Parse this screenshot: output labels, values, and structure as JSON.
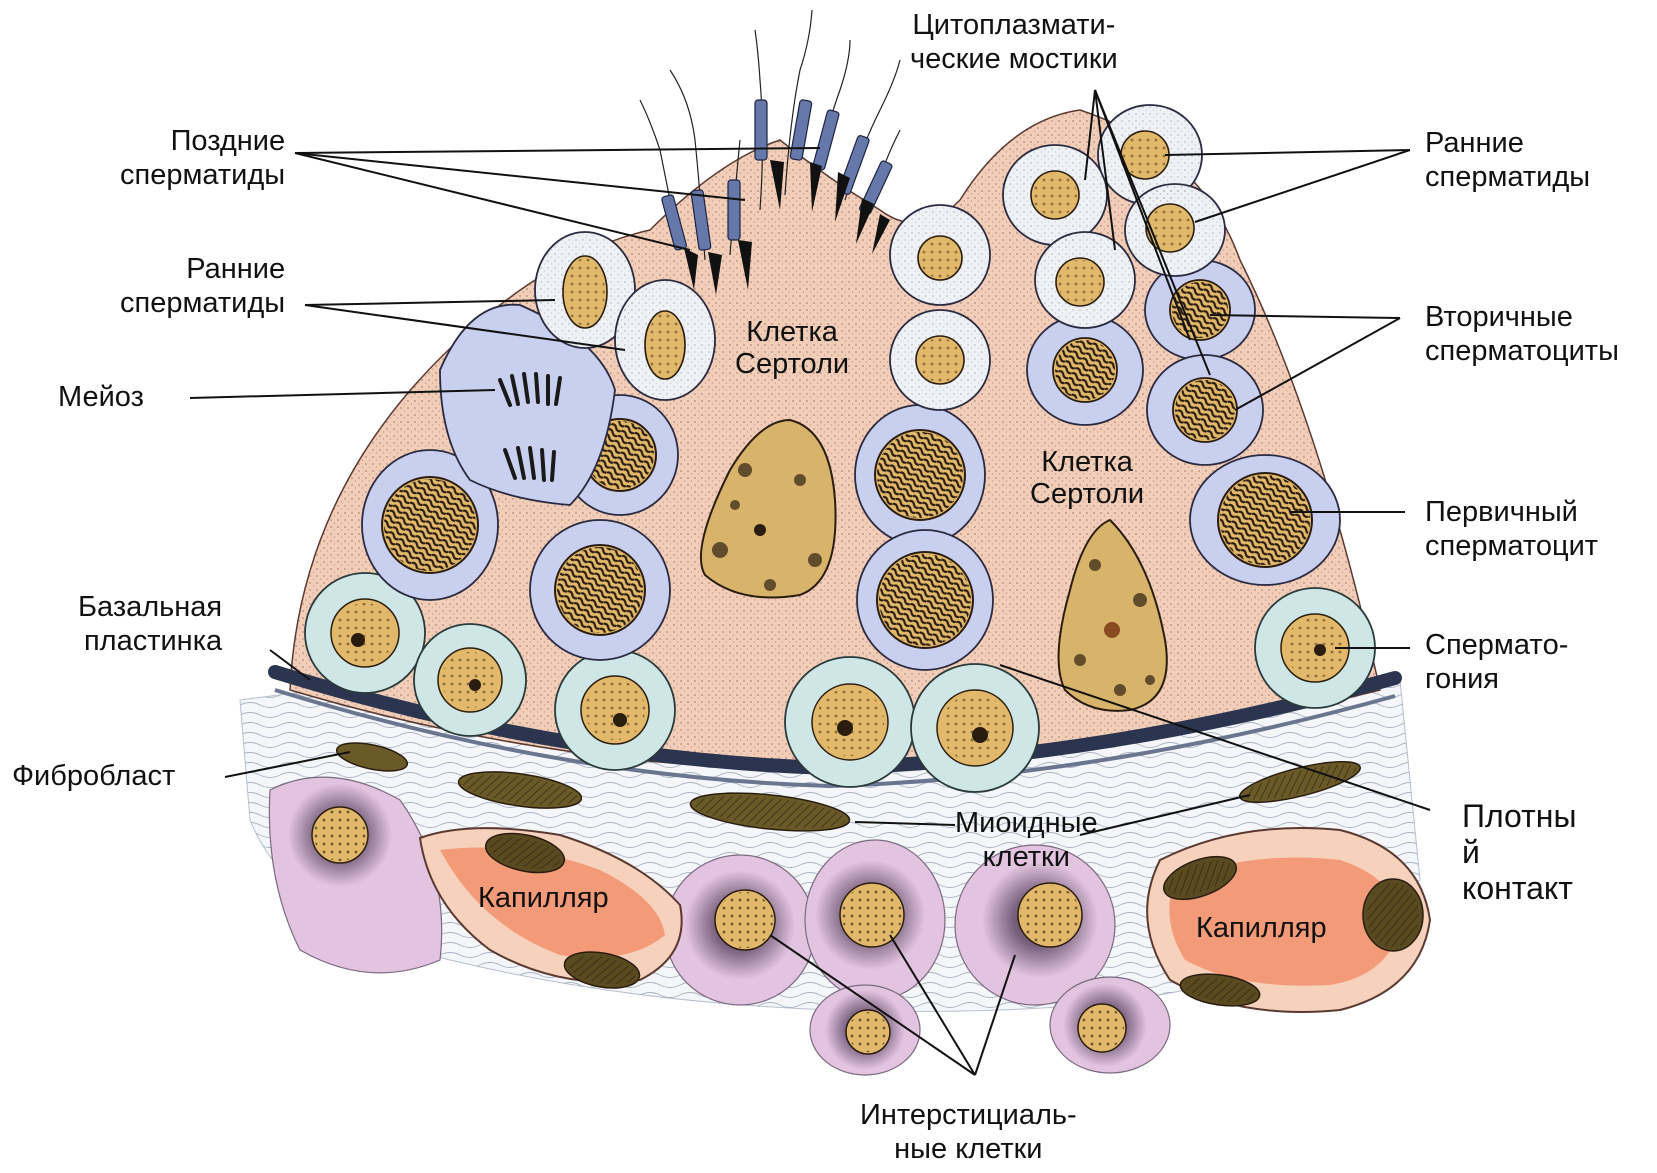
{
  "labels": {
    "late_spermatids": [
      "Поздние",
      "сперматиды"
    ],
    "early_spermatids_left": [
      "Ранние",
      "сперматиды"
    ],
    "meiosis": [
      "Мейоз"
    ],
    "basal_lamina": [
      "Базальная",
      "пластинка"
    ],
    "fibroblast": [
      "Фибробласт"
    ],
    "cytoplasmic_bridges": [
      "Цитоплазмати-",
      "ческие мостики"
    ],
    "early_spermatids_right": [
      "Ранние",
      "сперматиды"
    ],
    "secondary_spermatocytes": [
      "Вторичные",
      "сперматоциты"
    ],
    "primary_spermatocyte": [
      "Первичный",
      "сперматоцит"
    ],
    "spermatogonia": [
      "Сперматo-",
      "гония"
    ],
    "tight_junction": [
      "Плотны",
      "й",
      "контакт"
    ],
    "myoid_cells": [
      "Миоидные",
      "клетки"
    ],
    "interstitial_cells": [
      "Интерстициаль-",
      "ные клетки"
    ],
    "sertoli_left": [
      "Клетка",
      "Сертоли"
    ],
    "sertoli_right": [
      "Клетка",
      "Сертоли"
    ],
    "capillary_left": [
      "Капилляр"
    ],
    "capillary_right": [
      "Капилляр"
    ]
  },
  "colors": {
    "sertoli_cytoplasm": "#f2cdb8",
    "spermatogonia": "#cfe6e6",
    "spermatocyte": "#c9cfee",
    "spermatid": "#eef2f7",
    "nucleus": "#e2b96a",
    "chromatin": "#2a1d10",
    "capillary_lumen": "#f39a78",
    "capillary_wall": "#f6d2bd",
    "interstitial": "#e3c4e0",
    "basal_lamina": "#2b3550",
    "tail": "#6677aa"
  }
}
